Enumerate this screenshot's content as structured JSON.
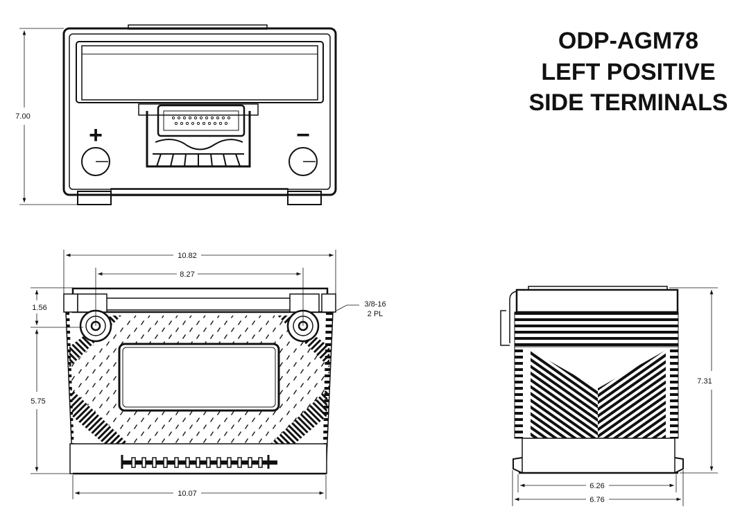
{
  "title": {
    "line1": "ODP-AGM78",
    "line2": "LEFT POSITIVE",
    "line3": "SIDE TERMINALS"
  },
  "top_view": {
    "height_dim": "7.00",
    "positive_symbol": "+",
    "negative_symbol": "−"
  },
  "front_view": {
    "overall_length": "10.82",
    "terminal_spacing": "8.27",
    "terminal_height": "1.56",
    "lower_height": "5.75",
    "base_length": "10.07",
    "terminal_note_line1": "3/8-16",
    "terminal_note_line2": "2 PL"
  },
  "side_view": {
    "overall_height": "7.31",
    "base_width": "6.26",
    "overall_width": "6.76"
  }
}
